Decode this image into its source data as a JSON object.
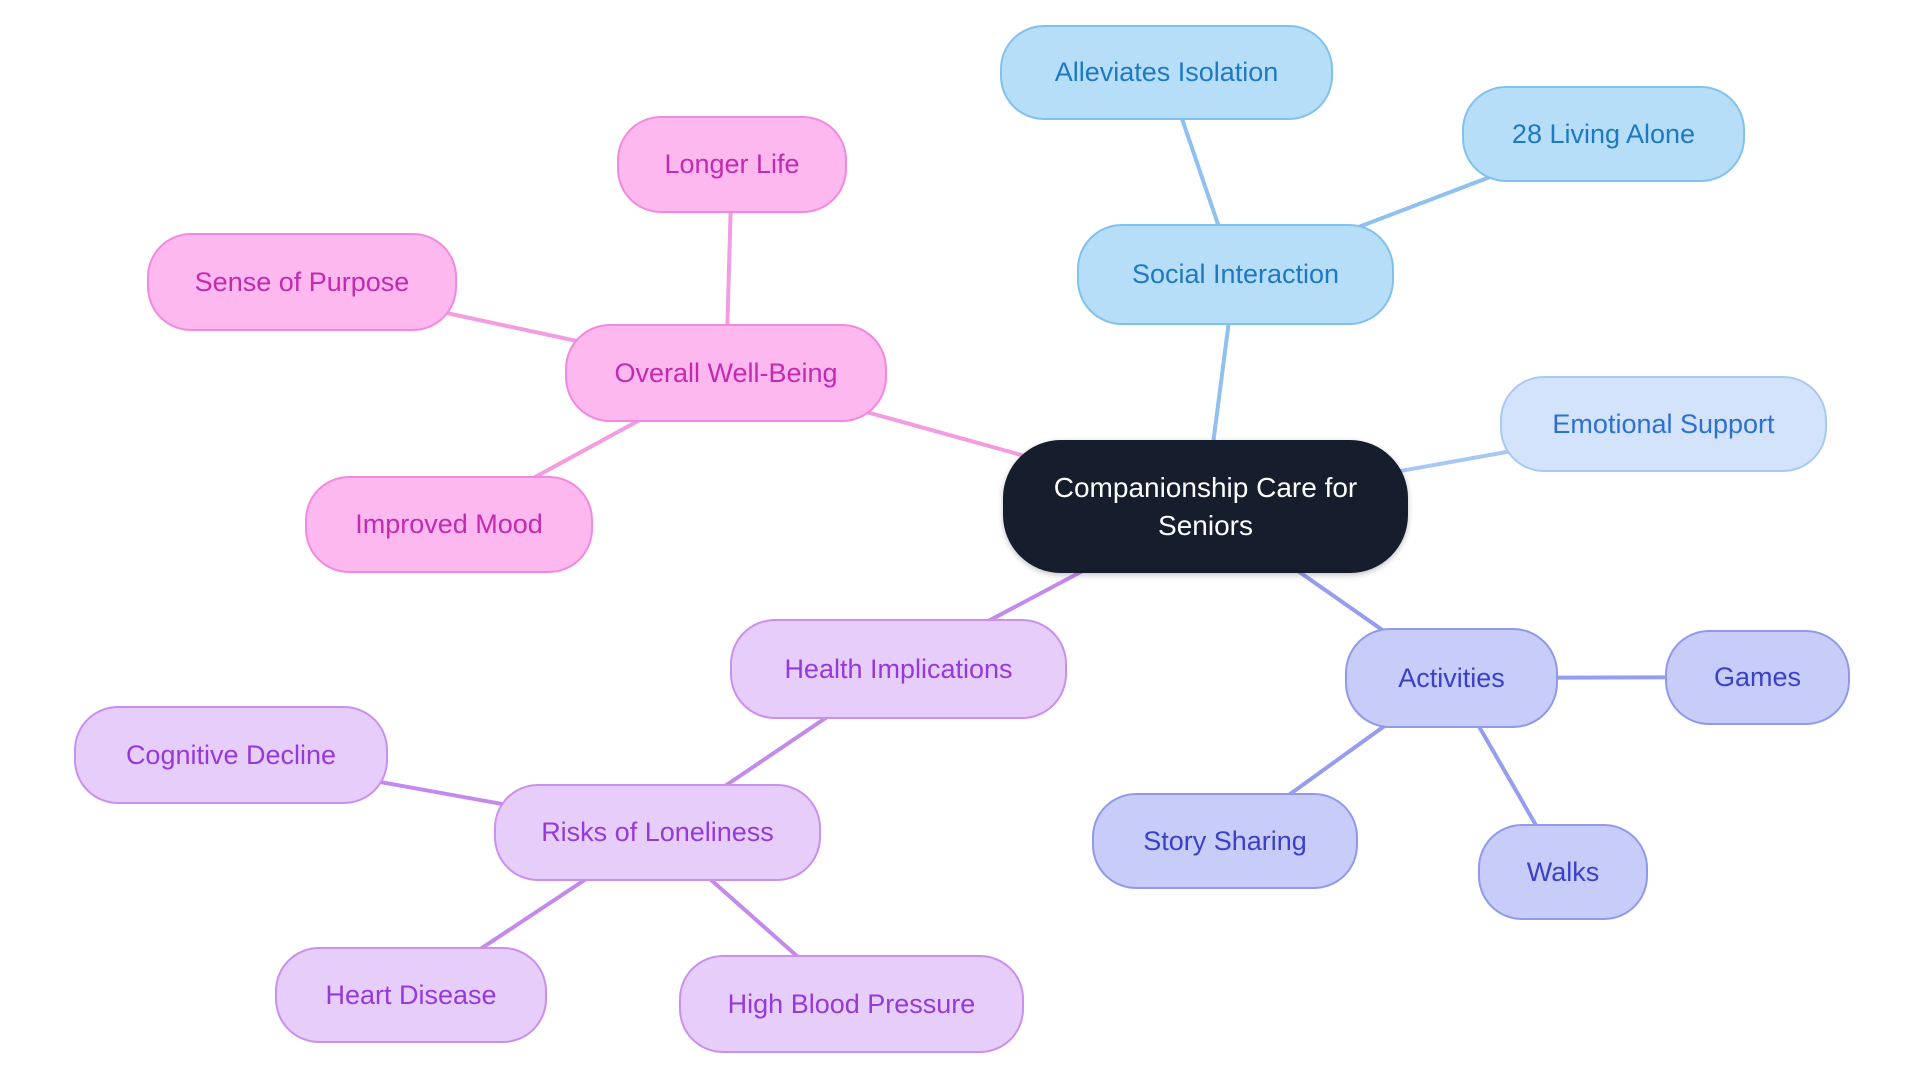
{
  "canvas": {
    "background": "#ffffff"
  },
  "branches": {
    "central": {
      "fill": "#161e2d",
      "border": "#161e2d",
      "text_color": "#ffffff",
      "line": "#161e2d"
    },
    "social": {
      "fill": "#b7def8",
      "border": "#7fc1f0",
      "text_color": "#1e78c2",
      "line": "#8fc0ef"
    },
    "emotional": {
      "fill": "#d2e3fb",
      "border": "#a9c9f4",
      "text_color": "#2e70d2",
      "line": "#a7c8f3"
    },
    "activities": {
      "fill": "#c7ccf8",
      "border": "#9099ec",
      "text_color": "#3b40c8",
      "line": "#959dee"
    },
    "health": {
      "fill": "#e7cefa",
      "border": "#c98ff1",
      "text_color": "#9439da",
      "line": "#c38aec"
    },
    "wellbeing": {
      "fill": "#fcb8ef",
      "border": "#f389de",
      "text_color": "#c529ae",
      "line": "#f19ddf"
    }
  },
  "nodes": [
    {
      "id": "central",
      "label": "Companionship Care for Seniors",
      "branch": "central"
    },
    {
      "id": "social-interaction",
      "label": "Social Interaction",
      "branch": "social"
    },
    {
      "id": "alleviates-isolation",
      "label": "Alleviates Isolation",
      "branch": "social"
    },
    {
      "id": "living-alone",
      "label": "28 Living Alone",
      "branch": "social"
    },
    {
      "id": "emotional-support",
      "label": "Emotional Support",
      "branch": "emotional"
    },
    {
      "id": "activities",
      "label": "Activities",
      "branch": "activities"
    },
    {
      "id": "games",
      "label": "Games",
      "branch": "activities"
    },
    {
      "id": "story-sharing",
      "label": "Story Sharing",
      "branch": "activities"
    },
    {
      "id": "walks",
      "label": "Walks",
      "branch": "activities"
    },
    {
      "id": "health-implications",
      "label": "Health Implications",
      "branch": "health"
    },
    {
      "id": "risks-of-loneliness",
      "label": "Risks of Loneliness",
      "branch": "health"
    },
    {
      "id": "cognitive-decline",
      "label": "Cognitive Decline",
      "branch": "health"
    },
    {
      "id": "heart-disease",
      "label": "Heart Disease",
      "branch": "health"
    },
    {
      "id": "high-blood-pressure",
      "label": "High Blood Pressure",
      "branch": "health"
    },
    {
      "id": "overall-well-being",
      "label": "Overall Well-Being",
      "branch": "wellbeing"
    },
    {
      "id": "longer-life",
      "label": "Longer Life",
      "branch": "wellbeing"
    },
    {
      "id": "sense-of-purpose",
      "label": "Sense of Purpose",
      "branch": "wellbeing"
    },
    {
      "id": "improved-mood",
      "label": "Improved Mood",
      "branch": "wellbeing"
    }
  ],
  "edges": [
    {
      "from": "central",
      "to": "social-interaction"
    },
    {
      "from": "social-interaction",
      "to": "alleviates-isolation"
    },
    {
      "from": "social-interaction",
      "to": "living-alone"
    },
    {
      "from": "central",
      "to": "emotional-support"
    },
    {
      "from": "central",
      "to": "activities"
    },
    {
      "from": "activities",
      "to": "games"
    },
    {
      "from": "activities",
      "to": "story-sharing"
    },
    {
      "from": "activities",
      "to": "walks"
    },
    {
      "from": "central",
      "to": "health-implications"
    },
    {
      "from": "health-implications",
      "to": "risks-of-loneliness"
    },
    {
      "from": "risks-of-loneliness",
      "to": "cognitive-decline"
    },
    {
      "from": "risks-of-loneliness",
      "to": "heart-disease"
    },
    {
      "from": "risks-of-loneliness",
      "to": "high-blood-pressure"
    },
    {
      "from": "central",
      "to": "overall-well-being"
    },
    {
      "from": "overall-well-being",
      "to": "longer-life"
    },
    {
      "from": "overall-well-being",
      "to": "sense-of-purpose"
    },
    {
      "from": "overall-well-being",
      "to": "improved-mood"
    }
  ]
}
